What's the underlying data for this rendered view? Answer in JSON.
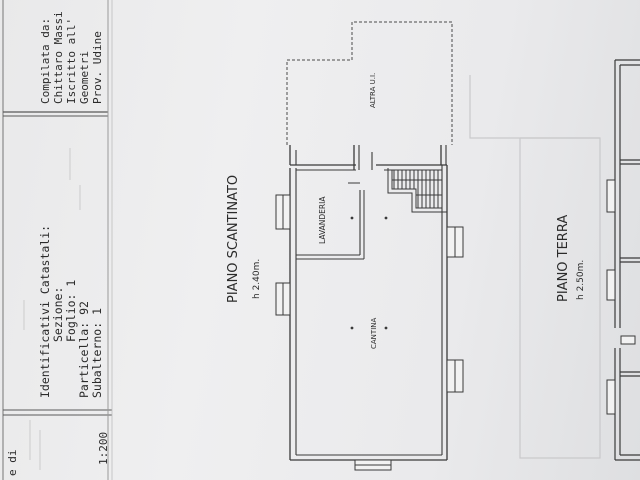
{
  "title_block": {
    "header_fragment": "e di",
    "scale": "1:200",
    "identifiers": {
      "heading": "Identificativi Catastali:",
      "sezione": "Sezione:",
      "foglio": "Foglio: 1",
      "particella": "Particella: 92",
      "subalterno": "Subalterno: 1"
    },
    "compiler": {
      "compilata_da": "Compilata da:",
      "name": "Chittaro Massi",
      "iscritto": "Iscritto all'",
      "geometri": "Geometri",
      "prov": "Prov. Udine"
    }
  },
  "plan_basement": {
    "title": "PIANO SCANTINATO",
    "height": "h 2.40m.",
    "rooms": {
      "altrau": "ALTRA U.I.",
      "lavanderia": "LAVANDERIA",
      "cantina": "CANTINA"
    }
  },
  "plan_ground": {
    "title": "PIANO TERRA",
    "height": "h 2.50m."
  }
}
